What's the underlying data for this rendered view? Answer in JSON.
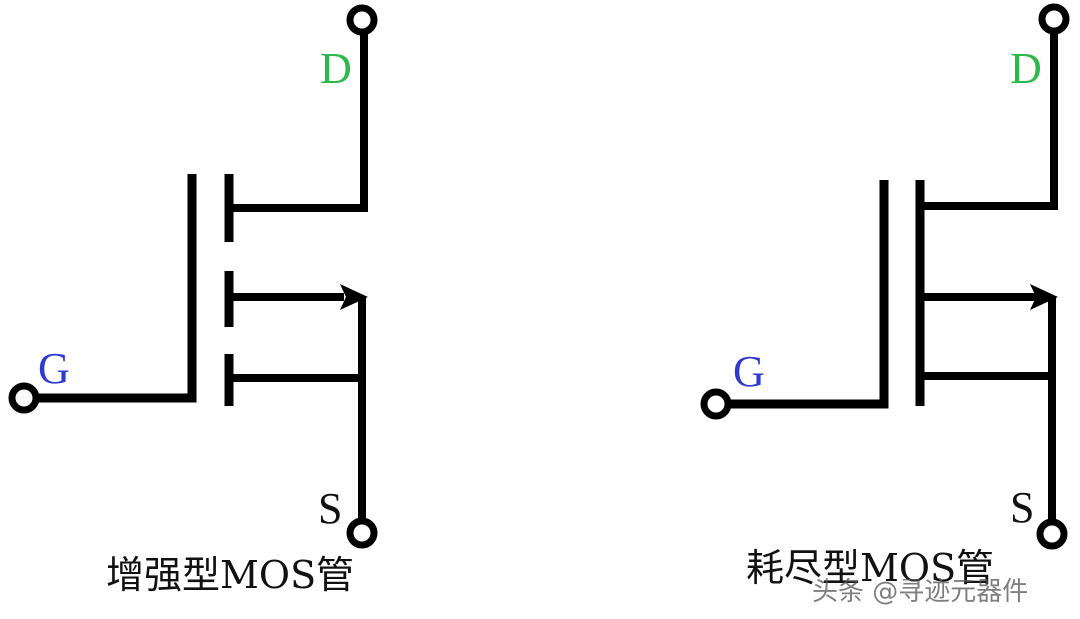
{
  "colors": {
    "drain_label": "#2db84a",
    "gate_label": "#2f3ad0",
    "source_label": "#111111",
    "line": "#000000"
  },
  "symbols": [
    {
      "type": "enhancement",
      "caption": "增强型MOS管",
      "labels": {
        "drain": "D",
        "gate": "G",
        "source": "S"
      }
    },
    {
      "type": "depletion",
      "caption": "耗尽型MOS管",
      "labels": {
        "drain": "D",
        "gate": "G",
        "source": "S"
      }
    }
  ],
  "watermark": "头条 @寻迹元器件"
}
